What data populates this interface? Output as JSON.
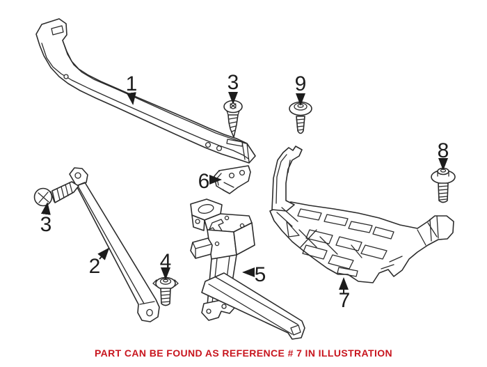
{
  "diagram": {
    "background_color": "#ffffff",
    "line_color": "#2b2b2b"
  },
  "callouts": {
    "c1": {
      "label": "1"
    },
    "c2": {
      "label": "2"
    },
    "c3_left": {
      "label": "3"
    },
    "c3_top": {
      "label": "3"
    },
    "c4": {
      "label": "4"
    },
    "c5": {
      "label": "5"
    },
    "c6": {
      "label": "6"
    },
    "c7": {
      "label": "7"
    },
    "c8": {
      "label": "8"
    },
    "c9": {
      "label": "9"
    }
  },
  "note": {
    "text": "PART CAN BE FOUND AS REFERENCE # 7 IN ILLUSTRATION",
    "color": "#C8151E"
  }
}
